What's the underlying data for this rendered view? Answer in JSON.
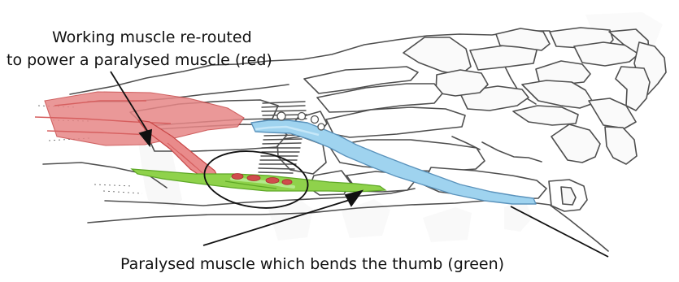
{
  "labels": {
    "top_line1": "Working muscle re-routed",
    "top_line2": "to power a paralysed muscle (red)",
    "bottom": "Paralysed muscle which bends the thumb (green)"
  },
  "colors": {
    "working_muscle": "#e78787",
    "paralysed_muscle": "#8fd24b",
    "tendon": "#9fd3ef",
    "ink": "#4f4f4f",
    "label_text": "#111111",
    "faint_bones": "#eeeeee"
  }
}
